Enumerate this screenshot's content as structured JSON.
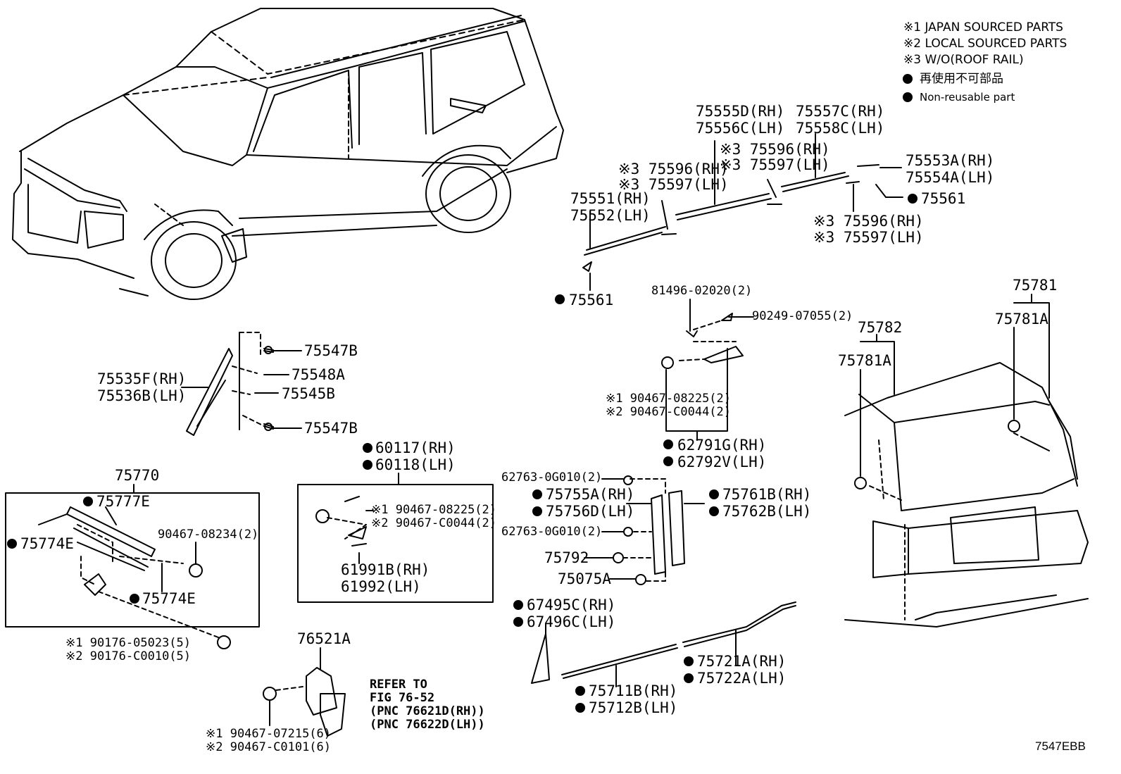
{
  "legend": {
    "note1": "※1 JAPAN SOURCED PARTS",
    "note2": "※2 LOCAL SOURCED PARTS",
    "note3": "※3 W/O(ROOF RAIL)",
    "non_reusable_jp": "再使用不可部品",
    "non_reusable_en": "Non-reusable part"
  },
  "figure_code": "7547EBB",
  "labels": {
    "p75555D": "75555D(RH)",
    "p75556C": "75556C(LH)",
    "p75557C": "75557C(RH)",
    "p75558C": "75558C(LH)",
    "p75596_a": "※3 75596(RH)",
    "p75597_a": "※3 75597(LH)",
    "p75596_b": "※3 75596(RH)",
    "p75597_b": "※3 75597(LH)",
    "p75596_c": "※3 75596(RH)",
    "p75597_c": "※3 75597(LH)",
    "p75553A": "75553A(RH)",
    "p75554A": "75554A(LH)",
    "p75561_a": "75561",
    "p75551": "75551(RH)",
    "p75552": "75552(LH)",
    "p75561_b": "75561",
    "p81496": "81496-02020(2)",
    "p90249": "90249-07055(2)",
    "p90467_08225_a": "※1 90467-08225(2)",
    "p90467_C0044_a": "※2 90467-C0044(2)",
    "p62791G": "62791G(RH)",
    "p62792V": "62792V(LH)",
    "p75781": "75781",
    "p75781A_a": "75781A",
    "p75782": "75782",
    "p75781A_b": "75781A",
    "p75547B_a": "75547B",
    "p75548A": "75548A",
    "p75545B": "75545B",
    "p75547B_b": "75547B",
    "p75535F": "75535F(RH)",
    "p75536B": "75536B(LH)",
    "p60117": "60117(RH)",
    "p60118": "60118(LH)",
    "p90467_08225_b": "※1 90467-08225(2)",
    "p90467_C0044_b": "※2 90467-C0044(2)",
    "p61991B": "61991B(RH)",
    "p61992": "61992(LH)",
    "p75770": "75770",
    "p75777E": "75777E",
    "p75774E_a": "75774E",
    "p90467_08234": "90467-08234(2)",
    "p75774E_b": "75774E",
    "p90176_05023": "※1 90176-05023(5)",
    "p90176_C0010": "※2 90176-C0010(5)",
    "p62763_a": "62763-0G010(2)",
    "p75755A": "75755A(RH)",
    "p75756D": "75756D(LH)",
    "p62763_b": "62763-0G010(2)",
    "p75792": "75792",
    "p75075A": "75075A",
    "p75761B": "75761B(RH)",
    "p75762B": "75762B(LH)",
    "p67495C": "67495C(RH)",
    "p67496C": "67496C(LH)",
    "p75721A": "75721A(RH)",
    "p75722A": "75722A(LH)",
    "p75711B": "75711B(RH)",
    "p75712B": "75712B(LH)",
    "p76521A": "76521A",
    "p90467_07215": "※1 90467-07215(6)",
    "p90467_C0101": "※2 90467-C0101(6)",
    "refer1": "REFER TO",
    "refer2": "FIG 76-52",
    "refer3": "(PNC 76621D(RH))",
    "refer4": "(PNC 76622D(LH))"
  }
}
